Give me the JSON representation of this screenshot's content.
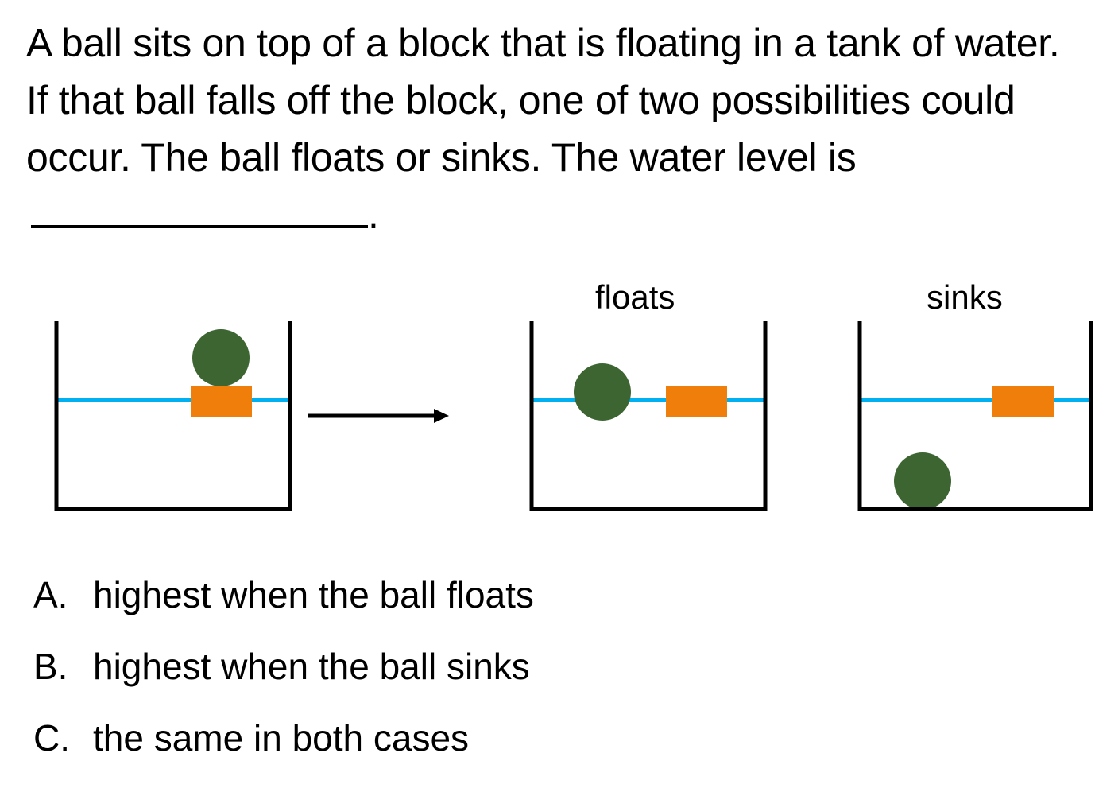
{
  "question": {
    "text": "A ball sits on top of a block that is floating in a tank of water. If that ball falls off the block, one of two possibilities could occur. The ball floats or sinks. The water level is",
    "blank_suffix": "."
  },
  "diagram": {
    "labels": {
      "floats": "floats",
      "sinks": "sinks"
    },
    "colors": {
      "ball": "#3d6531",
      "block": "#ef7f0a",
      "water": "#00b0f0",
      "tank": "#000000"
    }
  },
  "choices": [
    {
      "letter": "A.",
      "text": "highest when the ball floats"
    },
    {
      "letter": "B.",
      "text": "highest when the ball sinks"
    },
    {
      "letter": "C.",
      "text": "the same in both cases"
    }
  ]
}
